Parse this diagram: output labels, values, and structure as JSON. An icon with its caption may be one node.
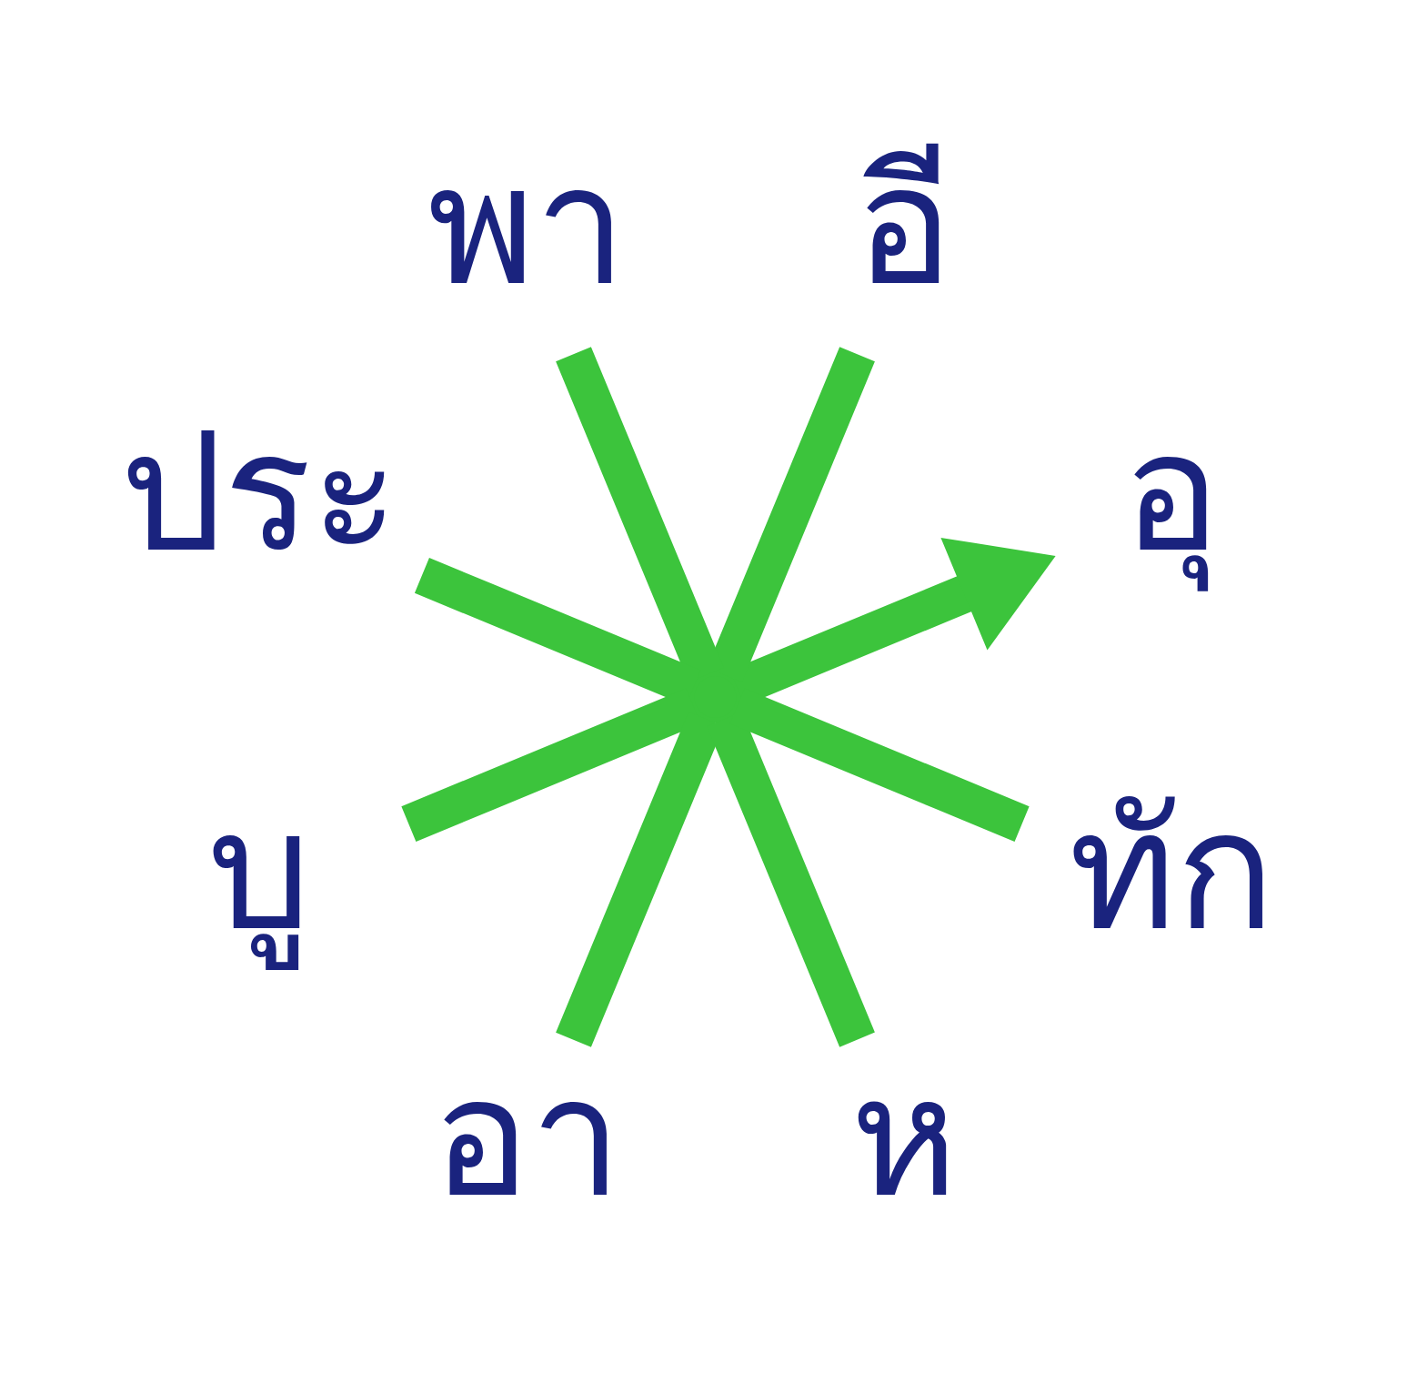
{
  "diagram": {
    "nodes": [
      {
        "text": [],
        "shape": "point"
      },
      {
        "text": [
          "อุ"
        ]
      },
      {
        "text": [
          "อี"
        ]
      },
      {
        "text": [
          "พา"
        ]
      },
      {
        "text": [
          "ประ"
        ]
      },
      {
        "text": [
          "บู"
        ]
      },
      {
        "text": [
          "อา"
        ]
      },
      {
        "text": [
          "ห"
        ]
      },
      {
        "text": [
          "ทัก"
        ]
      }
    ],
    "edges": [
      {
        "from": 0,
        "to": 1,
        "arrow": "to"
      },
      {
        "from": 0,
        "to": 2,
        "arrow": "none"
      },
      {
        "from": 0,
        "to": 5,
        "arrow": "none"
      },
      {
        "from": 0,
        "to": 6,
        "arrow": "none"
      },
      {
        "from": 0,
        "to": 8,
        "arrow": "none"
      },
      {
        "from": 0,
        "to": 7,
        "arrow": "none"
      },
      {
        "from": 0,
        "to": 4,
        "arrow": "none"
      },
      {
        "from": 0,
        "to": 3,
        "arrow": "none"
      }
    ]
  }
}
